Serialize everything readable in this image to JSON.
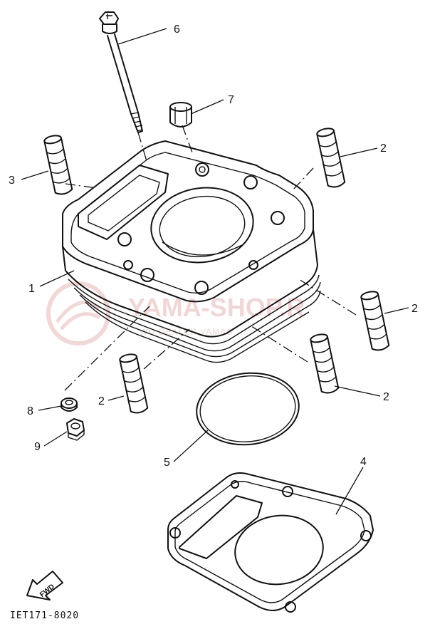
{
  "diagram": {
    "part_code": "IET171-8020",
    "fwd_label": "FWD",
    "callouts": {
      "c1": "1",
      "c2a": "2",
      "c2b": "2",
      "c2c": "2",
      "c2d": "2",
      "c3": "3",
      "c4": "4",
      "c5": "5",
      "c6": "6",
      "c7": "7",
      "c8": "8",
      "c9": "9"
    },
    "watermark": {
      "title": "YAMA-SHOP.R",
      "subtitle": "WO                  DEALER YAMAS"
    }
  }
}
